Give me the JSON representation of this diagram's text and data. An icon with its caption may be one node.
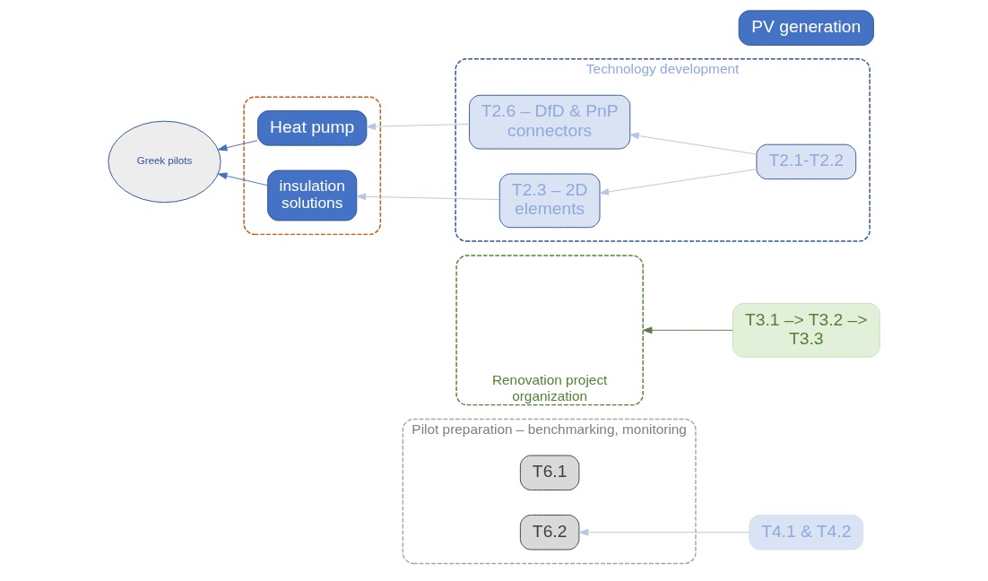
{
  "diagram": {
    "nodes": [
      {
        "text": [
          "Pilot preparation – benchmarking, monitoring"
        ]
      },
      {
        "text": [
          "T6.1"
        ],
        "in": 0
      },
      {
        "text": [
          "T6.2"
        ],
        "in": 0
      },
      {
        "text": [
          "Renovation project organization"
        ]
      },
      {
        "text": [
          "Greek pilots"
        ]
      },
      {
        "text": [
          "Technology development"
        ]
      },
      {
        "text": [],
        "shape": "box"
      },
      {
        "text": [
          "insulation solutions"
        ],
        "in": 6
      },
      {
        "text": [
          "Heat pump"
        ],
        "in": 6
      },
      {
        "text": [
          "PV generation"
        ]
      },
      {
        "text": [
          "T2.3 – 2D elements"
        ],
        "in": 5
      },
      {
        "text": [
          "T2.1-T2.2"
        ],
        "in": 5
      },
      {
        "text": [
          "T2.6 – DfD & PnP connectors"
        ],
        "in": 5
      },
      {
        "text": [
          "T4.1 & T4.2"
        ]
      },
      {
        "text": [
          "T3.1 –> T3.2 –> T3.3"
        ]
      }
    ],
    "edges": [
      {
        "from": 7,
        "to": 4,
        "arrow": "to",
        "color": "#4472c4"
      },
      {
        "from": 8,
        "to": 4,
        "arrow": "to",
        "color": "#4472c4"
      },
      {
        "from": 10,
        "to": 7,
        "arrow": "to"
      },
      {
        "from": 11,
        "to": 10,
        "arrow": "to"
      },
      {
        "from": 11,
        "to": 12,
        "arrow": "to"
      },
      {
        "from": 12,
        "to": 8,
        "arrow": "to"
      },
      {
        "from": 13,
        "to": 2,
        "arrow": "to"
      },
      {
        "from": 14,
        "to": 3,
        "arrow": "to",
        "color": "#5b7f4a"
      }
    ]
  }
}
